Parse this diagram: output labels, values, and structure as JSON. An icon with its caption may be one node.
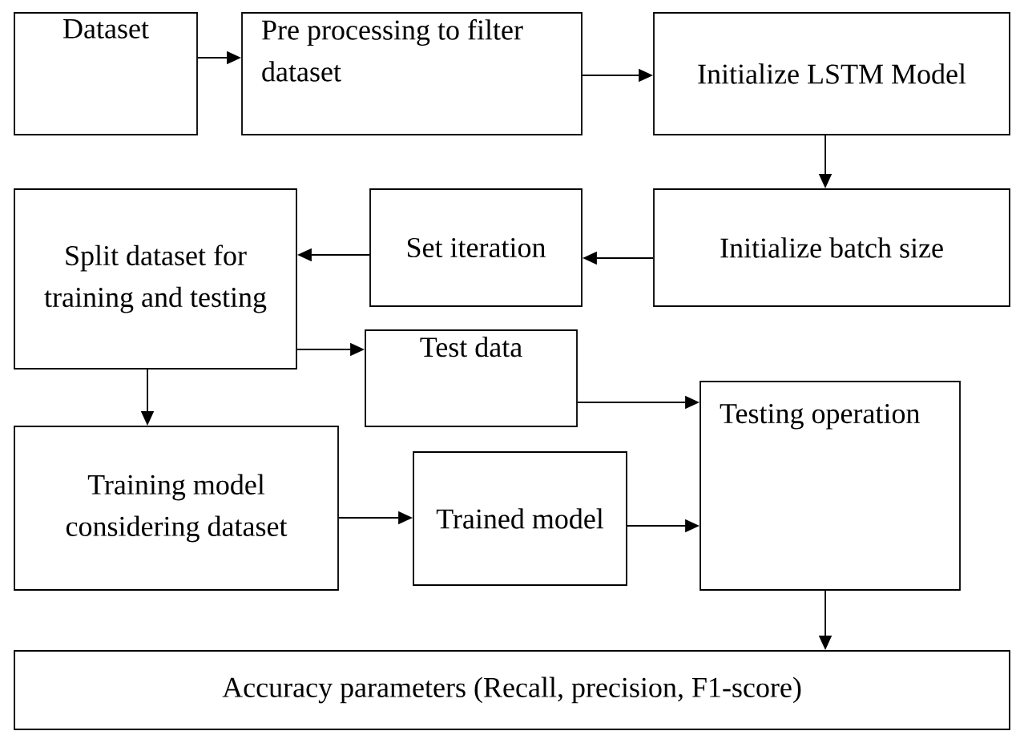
{
  "diagram": {
    "nodes": [
      {
        "text": [
          "Dataset"
        ]
      },
      {
        "text": [
          "Pre processing to filter dataset"
        ]
      },
      {
        "text": [
          "Initialize LSTM Model"
        ]
      },
      {
        "text": [
          "Initialize batch size"
        ]
      },
      {
        "text": [
          "Set iteration"
        ]
      },
      {
        "text": [
          "Split dataset for training and testing"
        ]
      },
      {
        "text": [
          "Test data"
        ]
      },
      {
        "text": [
          "Testing operation"
        ]
      },
      {
        "text": [
          "Training model considering dataset"
        ]
      },
      {
        "text": [
          "Trained model"
        ]
      },
      {
        "text": [
          "Accuracy parameters (Recall, precision, F1-score)"
        ]
      }
    ],
    "edges": [
      {
        "from": 0,
        "to": 1,
        "arrow": "to"
      },
      {
        "from": 1,
        "to": 2,
        "arrow": "to"
      },
      {
        "from": 2,
        "to": 3,
        "arrow": "to"
      },
      {
        "from": 3,
        "to": 4,
        "arrow": "to"
      },
      {
        "from": 4,
        "to": 5,
        "arrow": "to"
      },
      {
        "from": 5,
        "to": 6,
        "arrow": "to"
      },
      {
        "from": 5,
        "to": 8,
        "arrow": "to"
      },
      {
        "from": 8,
        "to": 9,
        "arrow": "to"
      },
      {
        "from": 6,
        "to": 7,
        "arrow": "to"
      },
      {
        "from": 9,
        "to": 7,
        "arrow": "to"
      },
      {
        "from": 7,
        "to": 10,
        "arrow": "to"
      }
    ]
  }
}
